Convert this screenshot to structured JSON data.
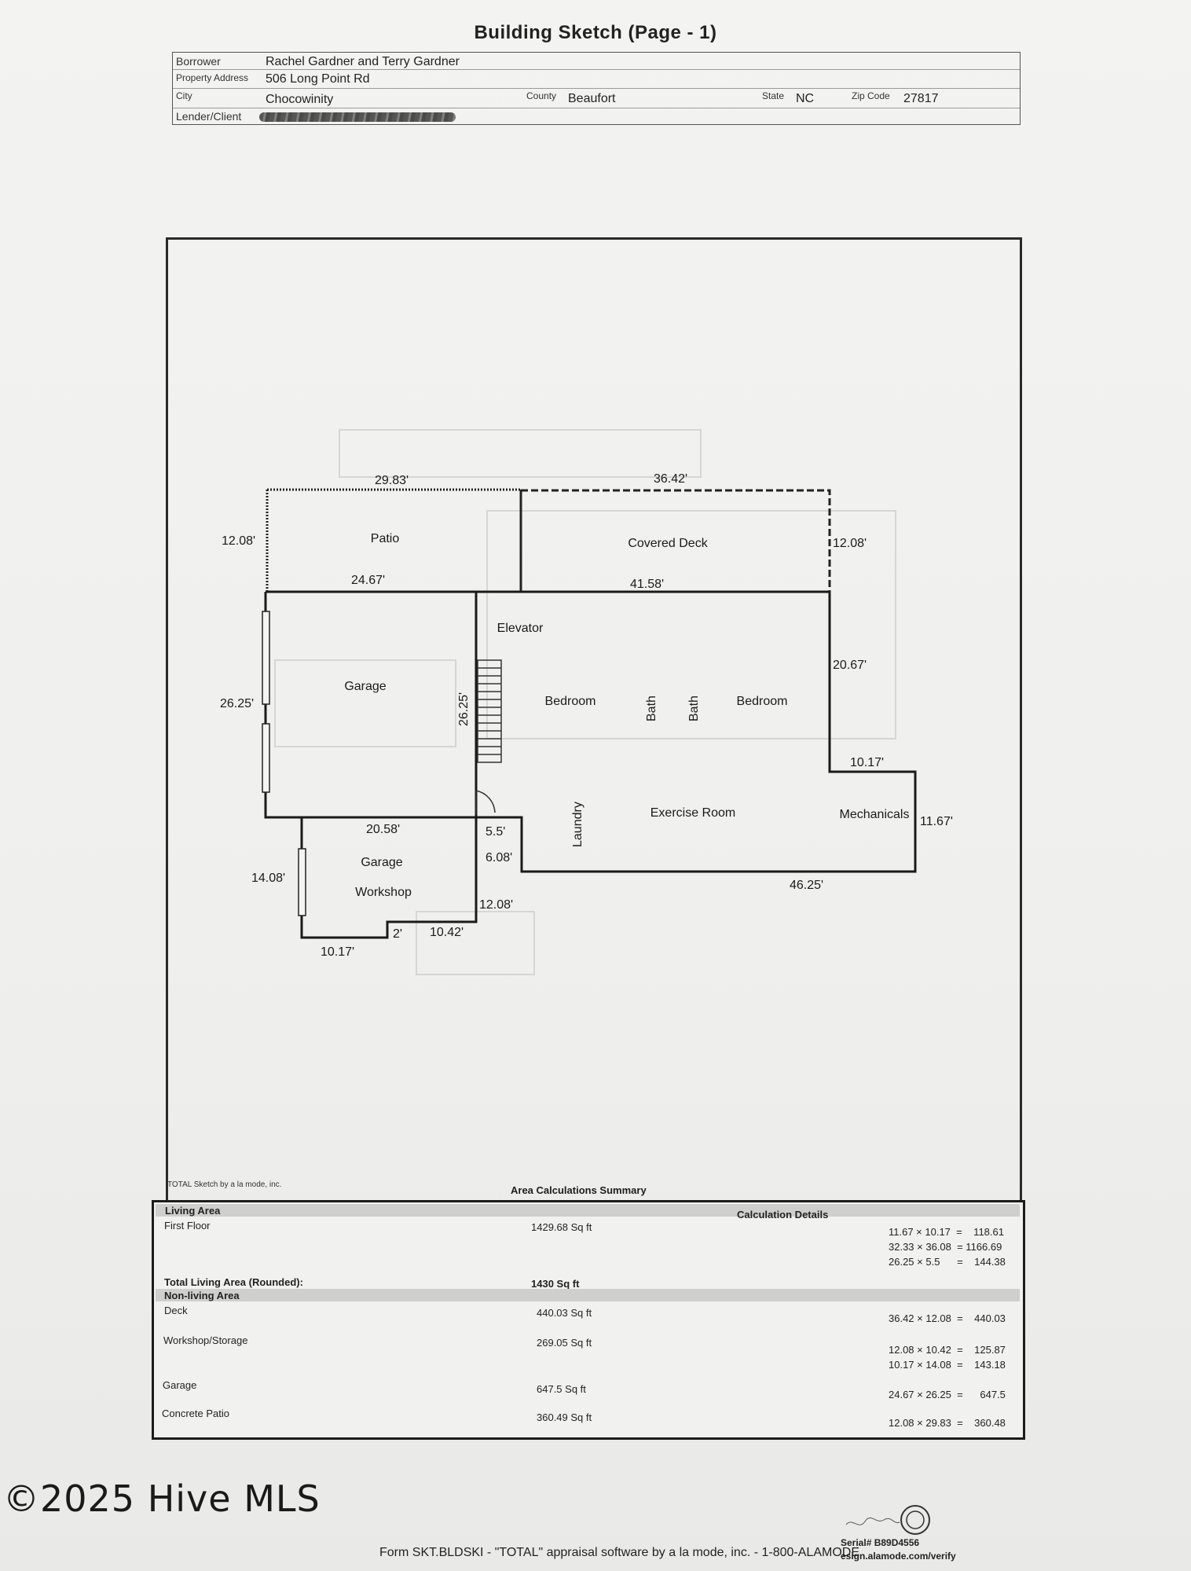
{
  "page_title": "Building Sketch (Page - 1)",
  "header": {
    "borrower_label": "Borrower",
    "borrower": "Rachel Gardner and Terry Gardner",
    "address_label": "Property Address",
    "address": "506 Long Point Rd",
    "city_label": "City",
    "city": "Chocowinity",
    "county_label": "County",
    "county": "Beaufort",
    "state_label": "State",
    "state": "NC",
    "zip_label": "Zip Code",
    "zip": "27817",
    "lender_label": "Lender/Client"
  },
  "sketch": {
    "rooms": {
      "patio": "Patio",
      "covered_deck": "Covered Deck",
      "elevator": "Elevator",
      "garage": "Garage",
      "bedroom_left": "Bedroom",
      "bath_1": "Bath",
      "bath_2": "Bath",
      "bedroom_right": "Bedroom",
      "exercise_room": "Exercise Room",
      "mechanicals": "Mechanicals",
      "laundry": "Laundry",
      "garage_workshop_1": "Garage",
      "garage_workshop_2": "Workshop"
    },
    "dims": {
      "d1": "29.83'",
      "d2": "36.42'",
      "d3": "12.08'",
      "d4": "12.08'",
      "d5": "24.67'",
      "d6": "41.58'",
      "d7": "26.25'",
      "d8": "26.25'",
      "d9": "20.67'",
      "d10": "10.17'",
      "d11": "11.67'",
      "d12": "20.58'",
      "d13": "5.5'",
      "d14": "6.08'",
      "d15": "46.25'",
      "d16": "14.08'",
      "d17": "12.08'",
      "d18": "2'",
      "d19": "10.42'",
      "d20": "10.17'"
    }
  },
  "summary": {
    "credit": "TOTAL Sketch by a la mode, inc.",
    "title": "Area Calculations Summary",
    "living_area_label": "Living Area",
    "calc_details_label": "Calculation Details",
    "first_floor_label": "First Floor",
    "first_floor_value": "1429.68 Sq ft",
    "first_floor_calcs": [
      "11.67 × 10.17  =    118.61",
      "32.33 × 36.08  = 1166.69",
      "26.25 × 5.5      =    144.38"
    ],
    "total_living_label": "Total Living Area (Rounded):",
    "total_living_value": "1430 Sq ft",
    "non_living_label": "Non-living Area",
    "items": [
      {
        "label": "Deck",
        "value": "440.03 Sq ft",
        "calcs": [
          "36.42 × 12.08  =    440.03"
        ]
      },
      {
        "label": "Workshop/Storage",
        "value": "269.05 Sq ft",
        "calcs": [
          "12.08 × 10.42  =    125.87",
          "10.17 × 14.08  =    143.18"
        ]
      },
      {
        "label": "Garage",
        "value": "647.5 Sq ft",
        "calcs": [
          "24.67 × 26.25  =      647.5"
        ]
      },
      {
        "label": "Concrete Patio",
        "value": "360.49 Sq ft",
        "calcs": [
          "12.08 × 29.83  =    360.48"
        ]
      }
    ]
  },
  "watermark": "©2025 Hive MLS",
  "footer": "Form SKT.BLDSKI - \"TOTAL\" appraisal software by a la mode, inc. - 1-800-ALAMODE",
  "serial": "Serial# B89D4556",
  "esign": "esign.alamode.com/verify"
}
